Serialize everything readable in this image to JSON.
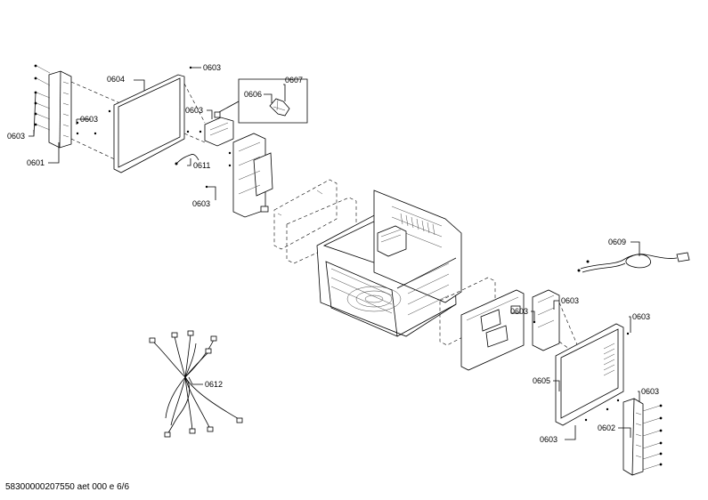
{
  "labels": {
    "l0604": "0604",
    "l0603a": "0603",
    "l0603b": "0603",
    "l0603c": "0603",
    "l0603d": "0603",
    "l0601": "0601",
    "l0606": "0606",
    "l0607": "0607",
    "l0611": "0611",
    "l0603e": "0603",
    "l0609": "0609",
    "l0603f": "0603",
    "l0603g": "0603",
    "l0603h": "0603",
    "l0605": "0605",
    "l0603i": "0603",
    "l0602": "0602",
    "l0603j": "0603",
    "l0612": "0612"
  },
  "footer": "58300000207550 aet 000 e 6/6"
}
